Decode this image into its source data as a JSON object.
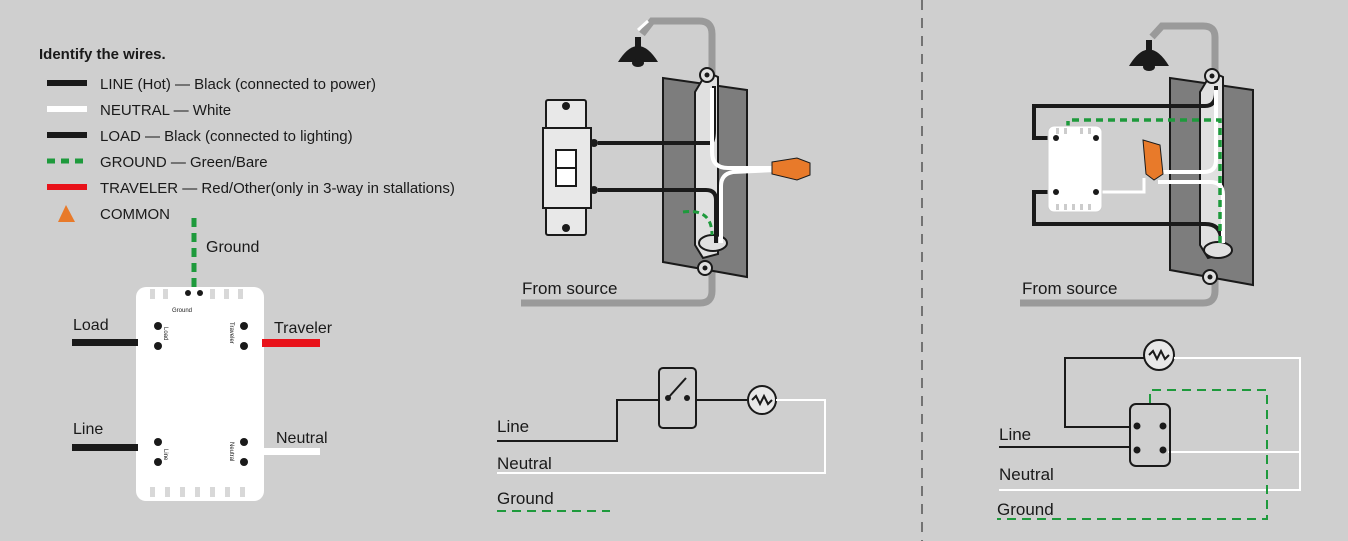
{
  "legend": {
    "title": "Identify the wires.",
    "items": [
      {
        "label": "LINE (Hot) — Black (connected to power)",
        "color": "#1a1a1a",
        "style": "solid"
      },
      {
        "label": "NEUTRAL — White",
        "color": "#ffffff",
        "style": "solid"
      },
      {
        "label": "LOAD — Black (connected to lighting)",
        "color": "#1a1a1a",
        "style": "solid"
      },
      {
        "label": "GROUND — Green/Bare",
        "color": "#1e9a3c",
        "style": "dashed"
      },
      {
        "label": "TRAVELER — Red/Other(only in 3-way in stallations)",
        "color": "#e8121a",
        "style": "solid"
      },
      {
        "label": "COMMON",
        "color": "#e87a2a",
        "style": "triangle"
      }
    ]
  },
  "device": {
    "ground_label": "Ground",
    "load_label": "Load",
    "traveler_label": "Traveler",
    "line_label": "Line",
    "neutral_label": "Neutral",
    "term_ground": "Ground",
    "term_load": "Load",
    "term_traveler": "Traveler",
    "term_line": "Line",
    "term_neutral": "Neutral"
  },
  "middle": {
    "from_source": "From source",
    "schematic": {
      "line": "Line",
      "neutral": "Neutral",
      "ground": "Ground"
    }
  },
  "right": {
    "from_source": "From source",
    "schematic": {
      "line": "Line",
      "neutral": "Neutral",
      "ground": "Ground"
    }
  },
  "colors": {
    "background": "#cfcfcf",
    "hot": "#1a1a1a",
    "neutral": "#ffffff",
    "ground": "#1e9a3c",
    "traveler": "#e8121a",
    "common": "#e87a2a",
    "conduit": "#9a9a9a",
    "box": "#7d7d7d"
  }
}
